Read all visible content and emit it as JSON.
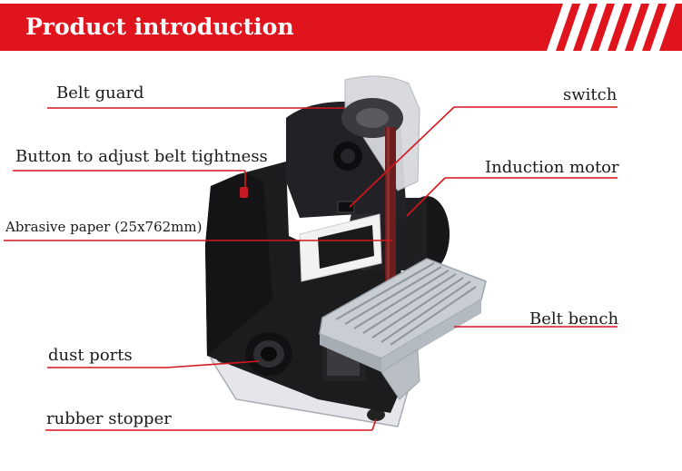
{
  "header": {
    "title": "Product introduction"
  },
  "labels": {
    "belt_guard": "Belt guard",
    "switch": "switch",
    "button_adjust": "Button to adjust belt tightness",
    "induction_motor": "Induction motor",
    "abrasive_paper": "Abrasive paper (25x762mm)",
    "belt_bench": "Belt bench",
    "dust_ports": "dust ports",
    "rubber_stopper": "rubber stopper"
  },
  "colors": {
    "accent": "#e0141c",
    "machine_body": "#1c1c1f",
    "table": "#c9ced4"
  }
}
